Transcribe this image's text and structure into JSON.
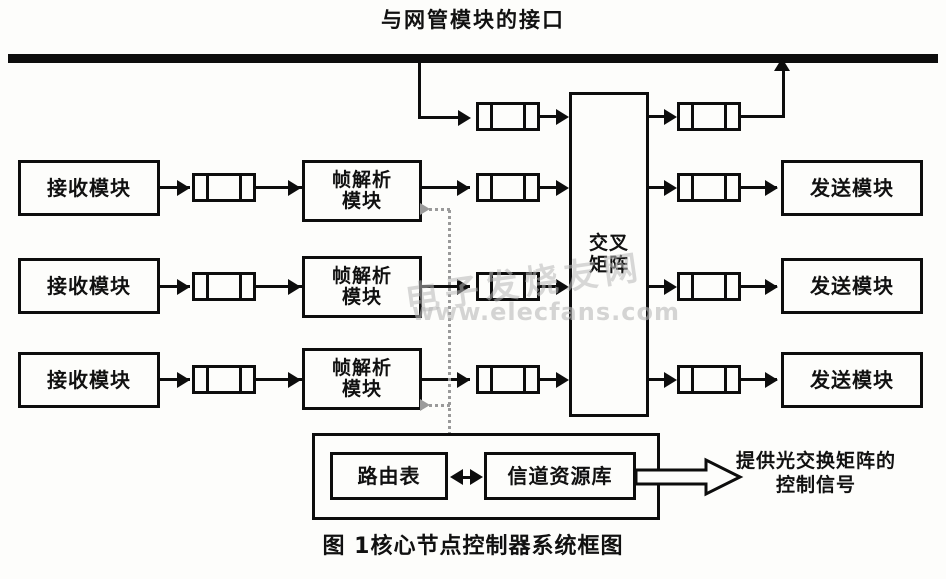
{
  "figure": {
    "caption": "图 1核心节点控制器系统框图",
    "bus_label": "与网管模块的接口",
    "control_signal_label": "提供光交换矩阵的\n控制信号",
    "control_signal_line1": "提供光交换矩阵的",
    "control_signal_line2": "控制信号"
  },
  "watermark": {
    "cn": "电子发烧友网",
    "url": "www.elecfans.com"
  },
  "colors": {
    "ink": "#0d0d0d",
    "paper": "#fdfdfb",
    "dotted": "#9a9a9a",
    "watermark": "#b9b9b9"
  },
  "blocks": {
    "receive_modules": [
      {
        "label": "接收模块"
      },
      {
        "label": "接收模块"
      },
      {
        "label": "接收模块"
      }
    ],
    "frame_parsers": [
      {
        "line1": "帧解析",
        "line2": "模块"
      },
      {
        "line1": "帧解析",
        "line2": "模块"
      },
      {
        "line1": "帧解析",
        "line2": "模块"
      }
    ],
    "cross_matrix": {
      "line1": "交叉",
      "line2": "矩阵"
    },
    "send_modules": [
      {
        "label": "发送模块"
      },
      {
        "label": "发送模块"
      },
      {
        "label": "发送模块"
      }
    ],
    "routing_table": {
      "label": "路由表"
    },
    "channel_resource_db": {
      "label": "信道资源库"
    }
  },
  "buffers": {
    "name": "buffer-queue",
    "count": 11,
    "description": "三段式缓存队列符号"
  }
}
